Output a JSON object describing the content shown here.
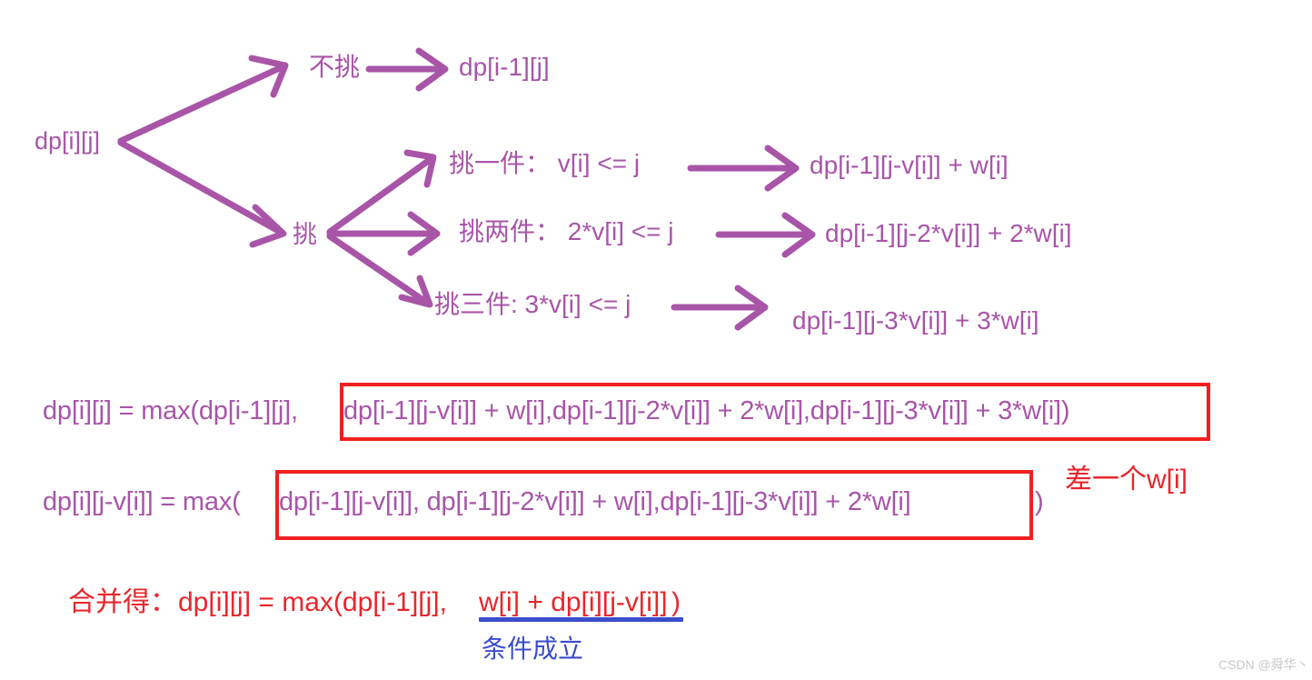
{
  "meta": {
    "colors": {
      "purple": "#a855a8",
      "red": "#e8262b",
      "box_red": "#f21f1f",
      "blue": "#3b4ccc",
      "background": "#ffffff",
      "watermark": "#c9c9c9"
    }
  },
  "tree": {
    "root_label": "dp[i][j]",
    "branch_no_pick": {
      "label": "不挑",
      "result": "dp[i-1][j]"
    },
    "branch_pick": {
      "label": "挑",
      "children": [
        {
          "condition": "挑一件： v[i] <= j",
          "result": "dp[i-1][j-v[i]] + w[i]"
        },
        {
          "condition": "挑两件： 2*v[i] <= j",
          "result": "dp[i-1][j-2*v[i]] + 2*w[i]"
        },
        {
          "condition": "挑三件: 3*v[i] <= j",
          "result": "dp[i-1][j-3*v[i]] + 3*w[i]"
        }
      ]
    }
  },
  "equations": {
    "line1": {
      "prefix": "dp[i][j] = max(dp[i-1][j],",
      "boxed": "dp[i-1][j-v[i]] + w[i],dp[i-1][j-2*v[i]] + 2*w[i],dp[i-1][j-3*v[i]] + 3*w[i])"
    },
    "line2": {
      "prefix": "dp[i][j-v[i]] = max(",
      "boxed": "dp[i-1][j-v[i]], dp[i-1][j-2*v[i]] + w[i],dp[i-1][j-3*v[i]] + 2*w[i]",
      "suffix": ")"
    },
    "note_right": "差一个w[i]"
  },
  "conclusion": {
    "prefix": "合并得：",
    "formula_a": "dp[i][j] = max(dp[i-1][j],",
    "formula_underlined": "w[i] + dp[i][j-v[i]]",
    "formula_close": ")",
    "condition_note": "条件成立"
  },
  "watermark": {
    "text": "CSDN @舜华丶"
  }
}
